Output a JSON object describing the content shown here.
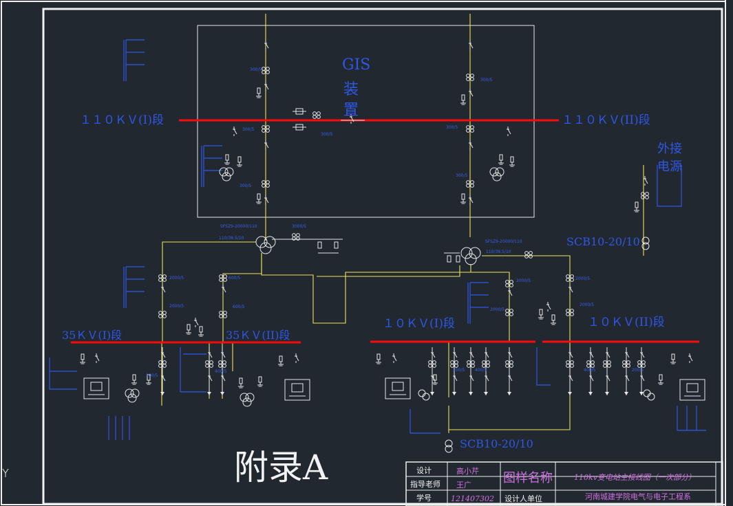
{
  "labels": {
    "gis_line1": "GIS",
    "gis_line2": "装",
    "gis_line3": "置",
    "bus_110_1": "１１０ＫＶ(I)段",
    "bus_110_2": "１１０ＫＶ(II)段",
    "ext_power_1": "外接",
    "ext_power_2": "电源",
    "scb_top": "SCB10-20/10",
    "scb_bottom": "SCB10-20/10",
    "bus_35_1": "35ＫＶ(I)段",
    "bus_35_2": "35ＫＶ(II)段",
    "bus_10_1": "１０ＫＶ(I)段",
    "bus_10_2": "１０ＫＶ(II)段",
    "appendix": "附录A",
    "ct_300_5": "300/5",
    "ct_2000_5": "2000/5",
    "ct_600_5": "600/5",
    "ct_200_5": "200/5",
    "ct_400_5": "400/5",
    "tx_model": "SFSZ9-20000/110",
    "tx_ratio": "110/38.5/10",
    "ct_3000_5": "3000/5"
  },
  "title_block": {
    "design_label": "设计",
    "design_name": "高小芹",
    "advisor_label": "指导老师",
    "advisor_name": "王广",
    "student_id_label": "学号",
    "student_id": "121407302",
    "unit_label": "设计人单位",
    "drawing_name_label": "图样名称",
    "drawing_title": "110kv变电站主接线图（一次部分）",
    "school": "河南城建学院电气与电子工程系"
  },
  "colors": {
    "background": "#212830",
    "bus_red": "#ff0a0a",
    "wire_yellow": "#f0e35a",
    "symbol_white": "#e8e8e8",
    "label_blue": "#2f57e6"
  }
}
